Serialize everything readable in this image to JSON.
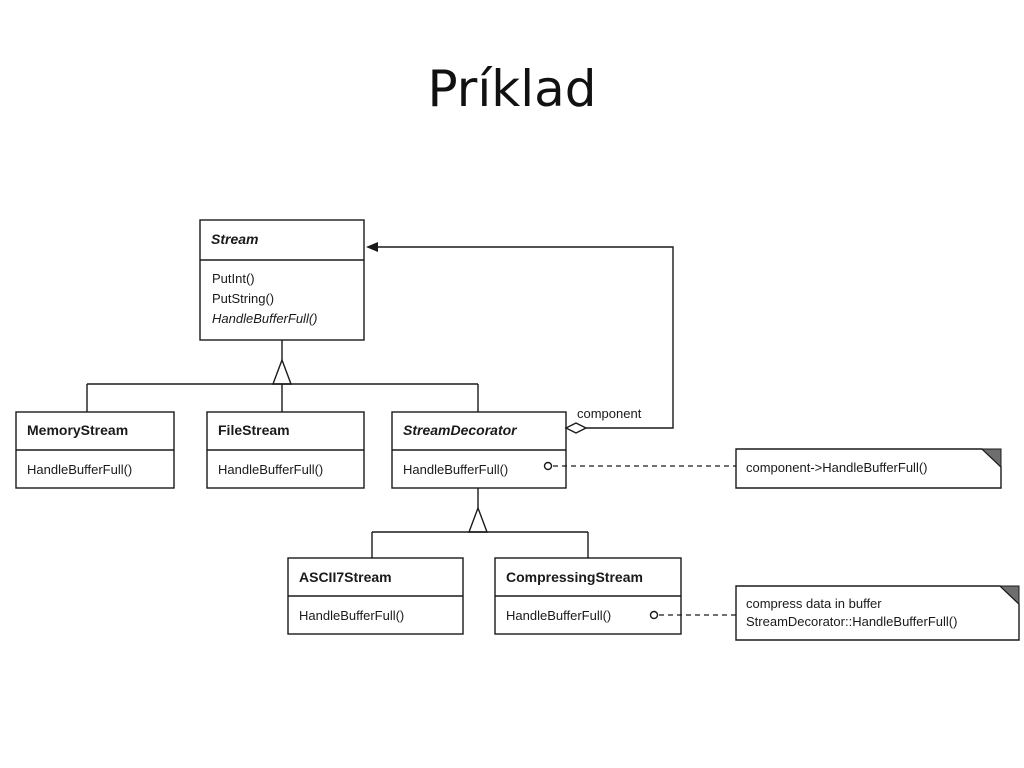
{
  "title": "Príklad",
  "classes": {
    "stream": {
      "name": "Stream",
      "operations": [
        "PutInt()",
        "PutString()",
        "HandleBufferFull()"
      ]
    },
    "memory_stream": {
      "name": "MemoryStream",
      "operations": [
        "HandleBufferFull()"
      ]
    },
    "file_stream": {
      "name": "FileStream",
      "operations": [
        "HandleBufferFull()"
      ]
    },
    "stream_decorator": {
      "name": "StreamDecorator",
      "operations": [
        "HandleBufferFull()"
      ]
    },
    "ascii7_stream": {
      "name": "ASCII7Stream",
      "operations": [
        "HandleBufferFull()"
      ]
    },
    "compressing_stream": {
      "name": "CompressingStream",
      "operations": [
        "HandleBufferFull()"
      ]
    }
  },
  "associations": {
    "component_label": "component"
  },
  "notes": {
    "decorator_note": {
      "lines": [
        "component->HandleBufferFull()"
      ]
    },
    "compressing_note": {
      "lines": [
        "compress data in buffer",
        "StreamDecorator::HandleBufferFull()"
      ]
    }
  }
}
